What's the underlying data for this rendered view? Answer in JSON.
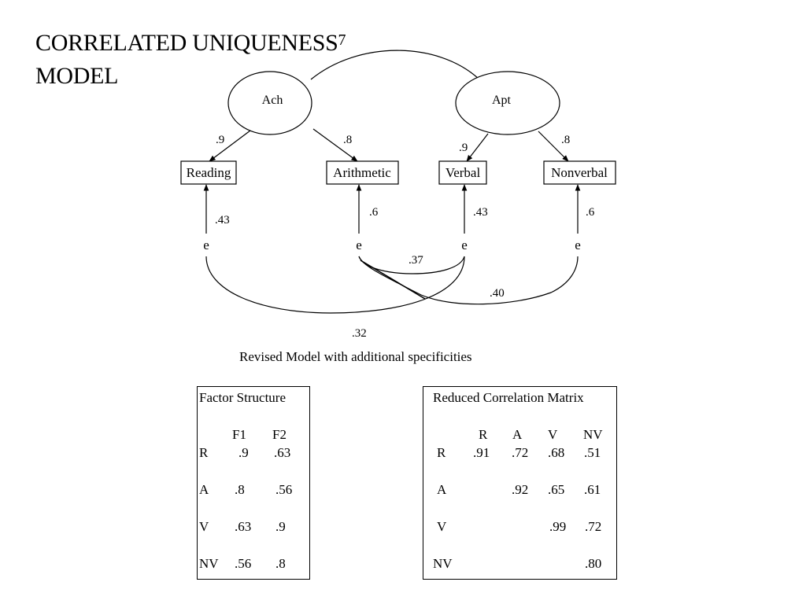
{
  "slide": {
    "title_line1": "CORRELATED UNIQUENESS",
    "title_sup": "7",
    "title_line2": "MODEL"
  },
  "diagram": {
    "factors": [
      {
        "id": "ach",
        "label": "Ach"
      },
      {
        "id": "apt",
        "label": "Apt"
      }
    ],
    "indicators": [
      {
        "id": "reading",
        "label": "Reading",
        "loading": ".9",
        "error_path": ".43",
        "error_label": "e"
      },
      {
        "id": "arithmetic",
        "label": "Arithmetic",
        "loading": ".8",
        "error_path": ".6",
        "error_label": "e"
      },
      {
        "id": "verbal",
        "label": "Verbal",
        "loading": ".9",
        "error_path": ".43",
        "error_label": "e"
      },
      {
        "id": "nonverbal",
        "label": "Nonverbal",
        "loading": ".8",
        "error_path": ".6",
        "error_label": "e"
      }
    ],
    "error_correlations": [
      {
        "between": [
          "arithmetic",
          "verbal"
        ],
        "value": ".37"
      },
      {
        "between": [
          "arithmetic",
          "nonverbal"
        ],
        "value": ".40"
      },
      {
        "between": [
          "reading",
          "verbal"
        ],
        "value": ".32"
      }
    ],
    "caption": "Revised Model with additional specificities"
  },
  "factor_structure": {
    "title": "Factor Structure",
    "columns": [
      "F1",
      "F2"
    ],
    "rows": [
      {
        "label": "R",
        "values": [
          ".9",
          ".63"
        ]
      },
      {
        "label": "A",
        "values": [
          ".8",
          ".56"
        ]
      },
      {
        "label": "V",
        "values": [
          ".63",
          ".9"
        ]
      },
      {
        "label": "NV",
        "values": [
          ".56",
          ".8"
        ]
      }
    ]
  },
  "correlation_matrix": {
    "title": "Reduced Correlation Matrix",
    "columns": [
      "R",
      "A",
      "V",
      "NV"
    ],
    "rows": [
      {
        "label": "R",
        "values": [
          ".91",
          ".72",
          ".68",
          ".51"
        ]
      },
      {
        "label": "A",
        "values": [
          "",
          ".92",
          ".65",
          ".61"
        ]
      },
      {
        "label": "V",
        "values": [
          "",
          "",
          ".99",
          ".72"
        ]
      },
      {
        "label": "NV",
        "values": [
          "",
          "",
          "",
          ".80"
        ]
      }
    ]
  }
}
